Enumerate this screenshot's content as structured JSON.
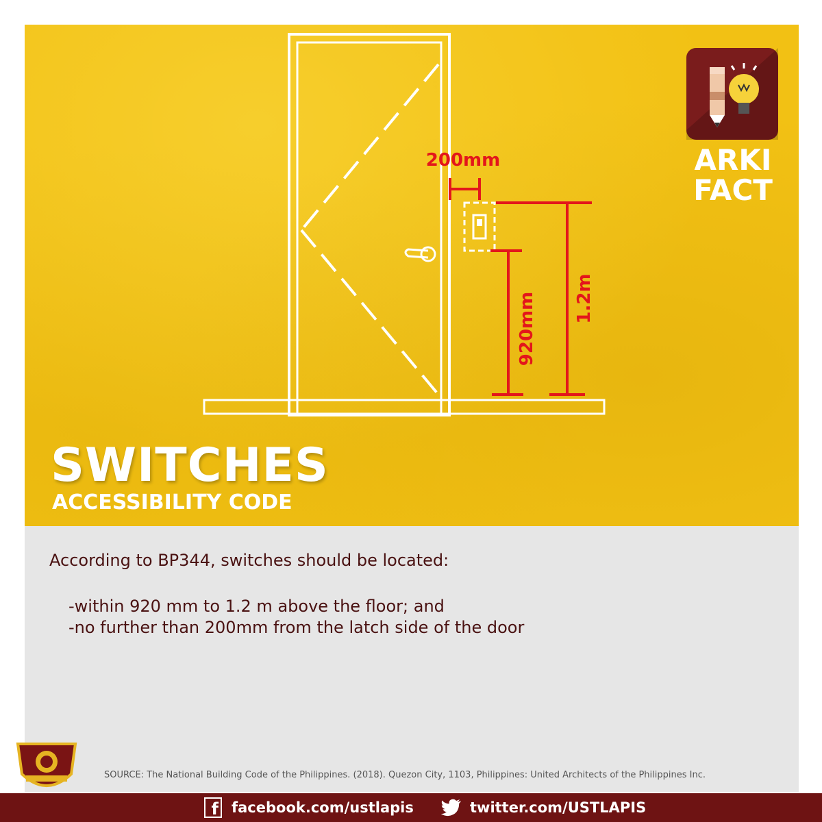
{
  "badge": {
    "line1": "ARKI",
    "line2": "FACT",
    "icon": "pencil-and-lightbulb-icon"
  },
  "diagram": {
    "width_label": "200mm",
    "min_height_label": "920mm",
    "max_height_label": "1.2m"
  },
  "heading": {
    "title": "SWITCHES",
    "subtitle": "ACCESSIBILITY CODE"
  },
  "body": {
    "intro": "According to BP344, switches should be located:",
    "bullets": [
      "-within 920 mm to 1.2 m above the floor; and",
      "-no further than 200mm from the latch side of the door"
    ]
  },
  "source": "SOURCE: The National Building Code of the Philippines. (2018). Quezon City, 1103, Philippines: United Architects of the Philippines Inc.",
  "footer": {
    "facebook": "facebook.com/ustlapis",
    "twitter": "twitter.com/USTLAPIS"
  },
  "colors": {
    "yellow": "#f2c114",
    "maroon": "#6e1313",
    "red": "#e3161b",
    "grey": "#e6e6e6"
  }
}
